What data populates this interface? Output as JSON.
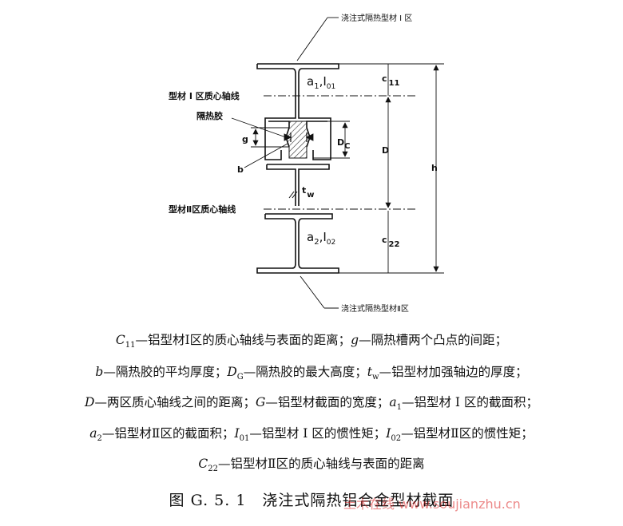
{
  "diagram": {
    "label_top_strip": "浇注式隔热型材 I 区",
    "label_bottom_strip": "浇注式隔热型材Ⅱ区",
    "label_axis1": "型材 I 区质心轴线",
    "label_axis2": "型材Ⅱ区质心轴线",
    "label_glue": "隔热胶",
    "label_g": "g",
    "label_b": "b",
    "label_dc": "D",
    "label_dc_sub": "C",
    "label_tw": "t",
    "label_tw_sub": "w",
    "label_c11": "c",
    "label_c11_sub": "11",
    "label_c22": "c",
    "label_c22_sub": "22",
    "label_D": "D",
    "label_h": "h",
    "label_a1": "a",
    "label_a1_sub": "1",
    "label_I01": ",I",
    "label_I01_sub": "01",
    "label_a2": "a",
    "label_a2_sub": "2",
    "label_I02": ",I",
    "label_I02_sub": "02"
  },
  "legend": {
    "line1": {
      "c11_sym": "C",
      "c11_sub": "11",
      "c11_desc": "—铝型材Ⅰ区的质心轴线与表面的距离；",
      "g_sym": "g",
      "g_desc": "—隔热槽两个凸点的间距；"
    },
    "line2": {
      "b_sym": "b",
      "b_desc": "—隔热胶的平均厚度；",
      "dg_sym": "D",
      "dg_sub": "G",
      "dg_desc": "—隔热胶的最大高度；",
      "tw_sym": "t",
      "tw_sub": "w",
      "tw_desc": "—铝型材加强轴边的厚度；"
    },
    "line3": {
      "d_sym": "D",
      "d_desc": "—两区质心轴线之间的距离；",
      "g2_sym": "G",
      "g2_desc": "—铝型材截面的宽度；",
      "a1_sym": "a",
      "a1_sub": "1",
      "a1_desc": "—铝型材 I 区的截面积；"
    },
    "line4": {
      "a2_sym": "a",
      "a2_sub": "2",
      "a2_desc": "—铝型材Ⅱ区的截面积；",
      "i01_sym": "I",
      "i01_sub": "01",
      "i01_desc": "—铝型材 I 区的惯性矩；",
      "i02_sym": "I",
      "i02_sub": "02",
      "i02_desc": "—铝型材Ⅱ区的惯性矩；"
    },
    "line5": {
      "c22_sym": "C",
      "c22_sub": "22",
      "c22_desc": "—铝型材Ⅱ区的质心轴线与表面的距离"
    }
  },
  "caption": "图 G. 5. 1　浇注式隔热铝合金型材截面",
  "watermark": "土木在线 www.soujianzhu.cn"
}
